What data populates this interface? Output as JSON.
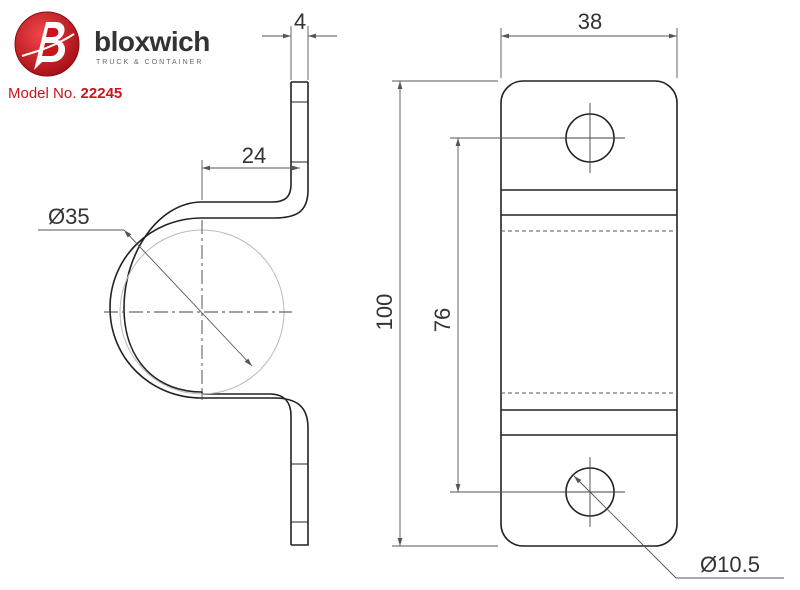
{
  "brand": {
    "name": "bloxwich",
    "tagline": "TRUCK & CONTAINER",
    "accent_color": "#c8151b",
    "icon": "bloxwich-b-logo-icon"
  },
  "model": {
    "label": "Model No.",
    "number": "22245"
  },
  "dimensions": {
    "thickness": "4",
    "width": "38",
    "offset": "24",
    "diameter_prefix": "Ø",
    "bore_diameter": "35",
    "height": "100",
    "hole_spacing": "76",
    "hole_diameter": "10.5"
  }
}
